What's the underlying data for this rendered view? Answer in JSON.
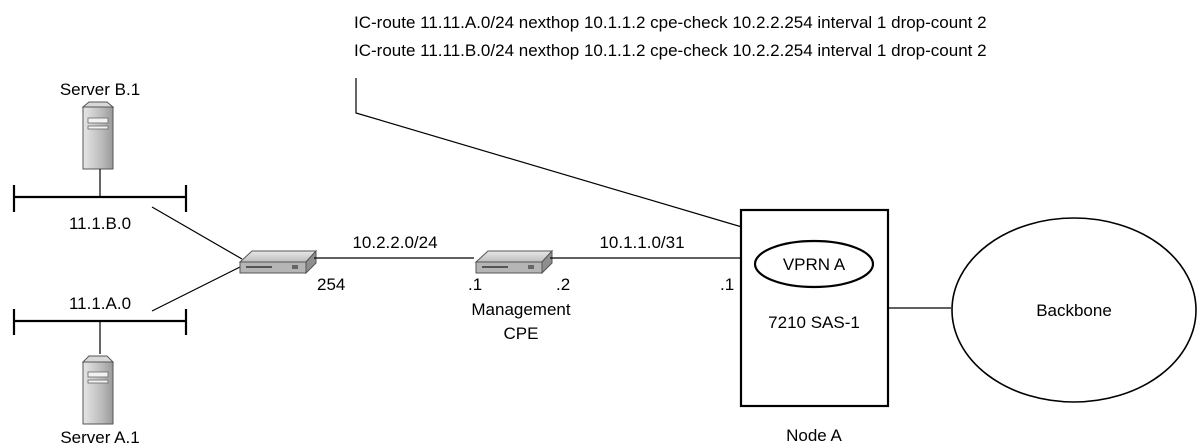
{
  "annotation": {
    "line1": "IC-route 11.11.A.0/24 nexthop 10.1.1.2 cpe-check 10.2.2.254 interval 1 drop-count 2",
    "line2": "IC-route 11.11.B.0/24 nexthop 10.1.1.2 cpe-check 10.2.2.254 interval 1 drop-count 2"
  },
  "servers": {
    "b": {
      "label": "Server B.1",
      "icon": "server-icon"
    },
    "a": {
      "label": "Server A.1",
      "icon": "server-icon"
    }
  },
  "lans": {
    "b": "11.1.B.0",
    "a": "11.1.A.0"
  },
  "links": {
    "router_to_cpe": "10.2.2.0/24",
    "cpe_to_node": "10.1.1.0/31"
  },
  "ports": {
    "router_right": "254",
    "cpe_left": ".1",
    "cpe_right": ".2",
    "node_left": ".1"
  },
  "cpe": {
    "label_line1": "Management",
    "label_line2": "CPE",
    "icon": "switch-icon"
  },
  "node": {
    "vprn": "VPRN A",
    "device": "7210 SAS-1",
    "name": "Node A"
  },
  "backbone": {
    "label": "Backbone"
  },
  "colors": {
    "device_fill": "#c8c8c8",
    "device_dark": "#8a8a8a",
    "stroke": "#000000"
  }
}
